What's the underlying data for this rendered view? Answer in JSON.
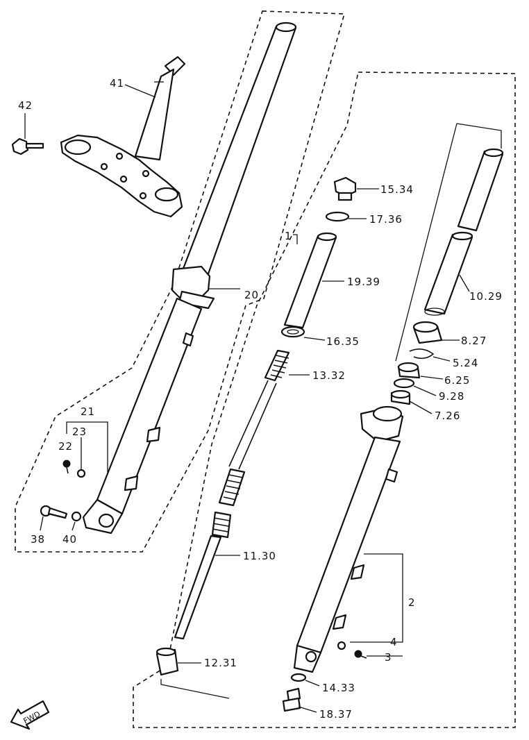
{
  "labels": {
    "p41": "41",
    "p42": "42",
    "p20": "20",
    "p21": "21",
    "p23": "23",
    "p22": "22",
    "p38": "38",
    "p40": "40",
    "p1": "1",
    "p15": "15.34",
    "p17": "17.36",
    "p19": "19.39",
    "p16": "16.35",
    "p13": "13.32",
    "p11": "11.30",
    "p12": "12.31",
    "p10": "10.29",
    "p8": "8.27",
    "p5": "5.24",
    "p6": "6.25",
    "p9": "9.28",
    "p7": "7.26",
    "p2": "2",
    "p4": "4",
    "p3": "3",
    "p14": "14.33",
    "p18": "18.37"
  },
  "fwd_arrow": {
    "label": "FWD"
  }
}
